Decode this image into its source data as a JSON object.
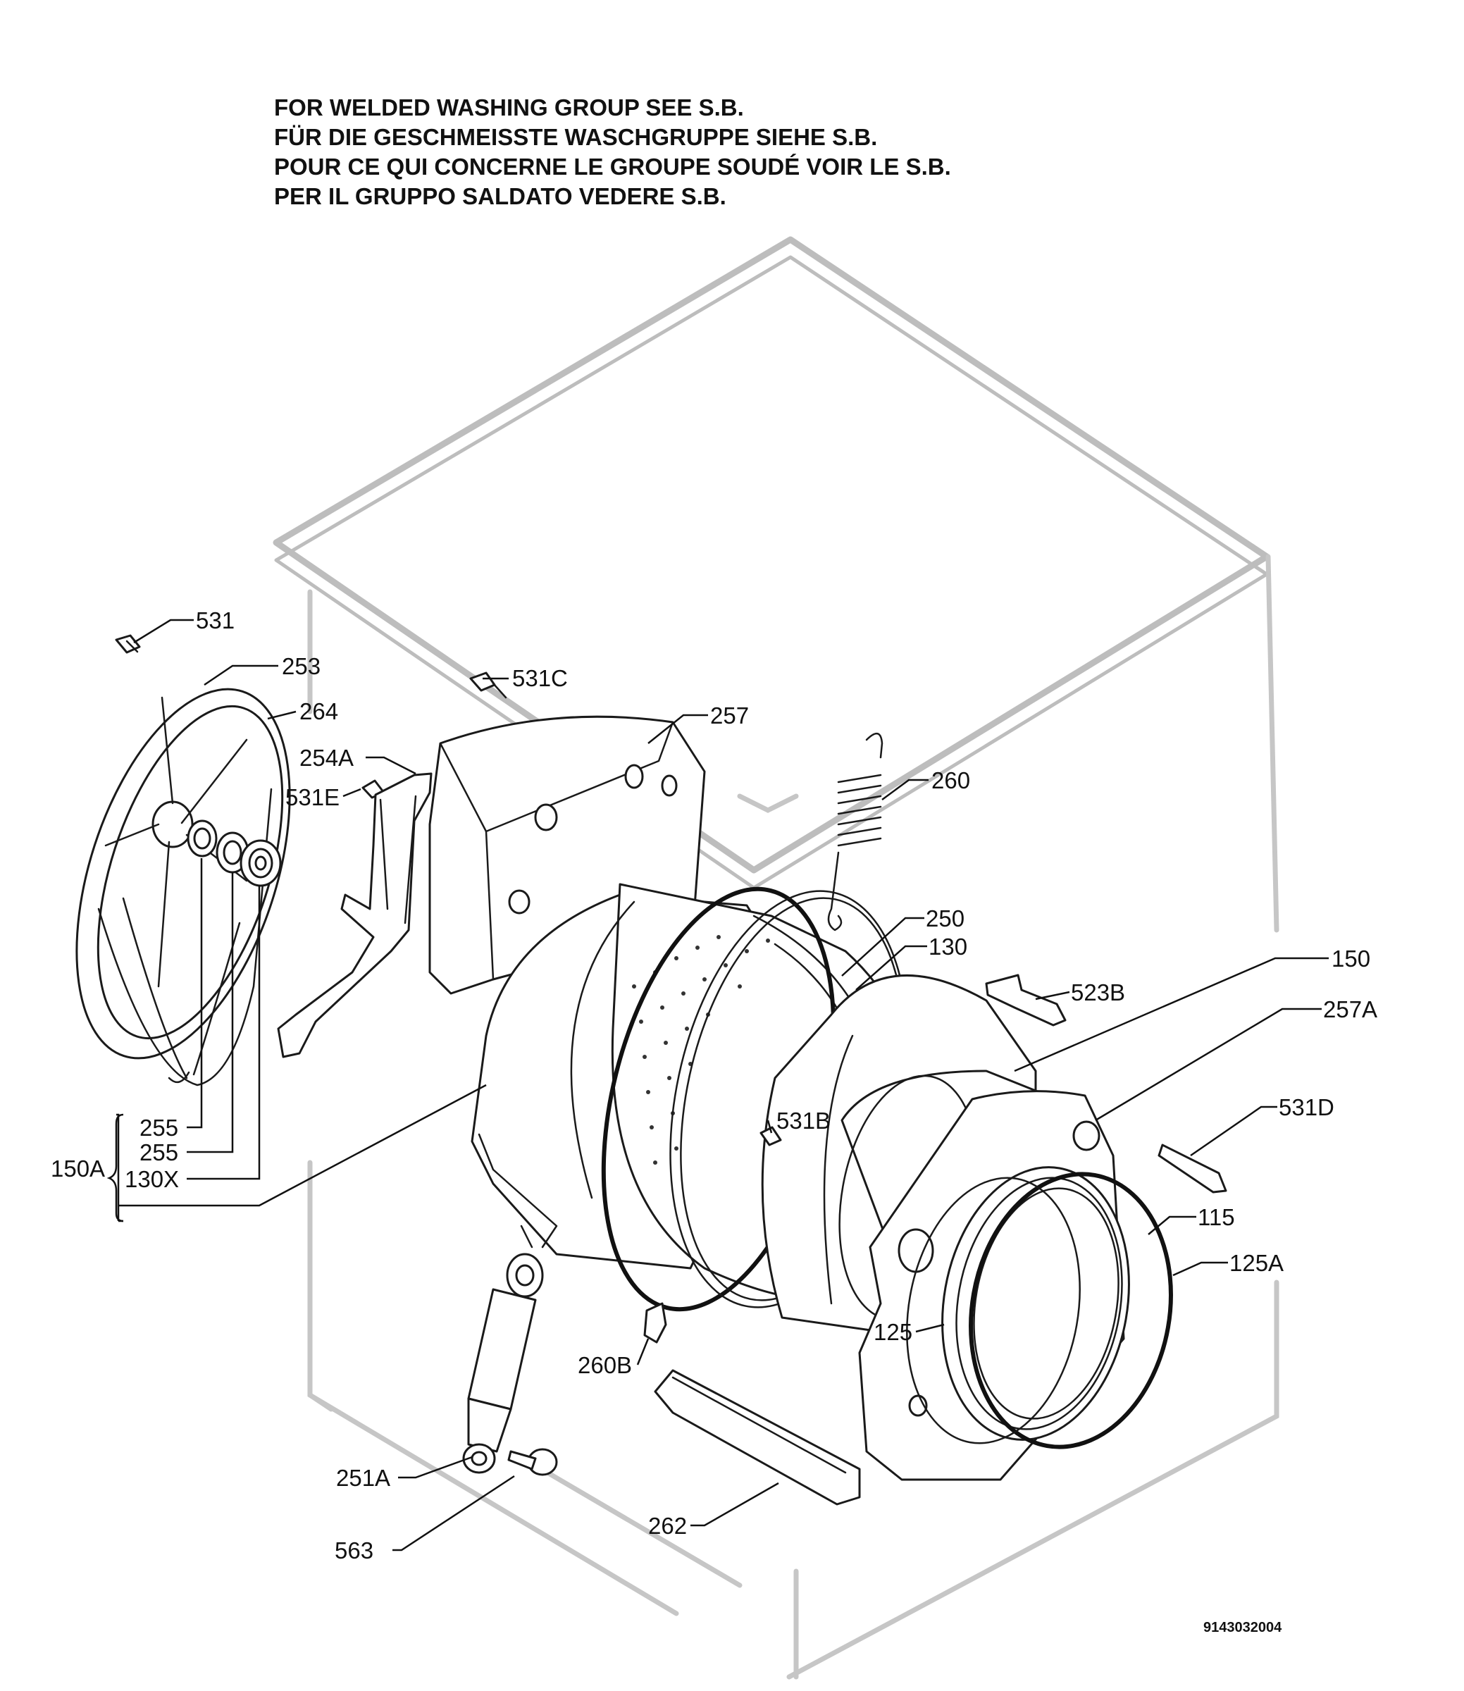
{
  "notes": [
    "FOR WELDED WASHING GROUP SEE S.B.",
    "FÜR DIE GESCHMEISSTE WASCHGRUPPE SIEHE S.B.",
    "POUR CE QUI CONCERNE LE GROUPE SOUDÉ VOIR LE S.B.",
    "PER IL GRUPPO SALDATO VEDERE S.B."
  ],
  "labels": {
    "l531": "531",
    "l253": "253",
    "l264": "264",
    "l531C": "531C",
    "l257": "257",
    "l254A": "254A",
    "l531E": "531E",
    "l260": "260",
    "l250": "250",
    "l130": "130",
    "l150": "150",
    "l523B": "523B",
    "l257A": "257A",
    "l531D": "531D",
    "l531B": "531B",
    "l255a": "255",
    "l255b": "255",
    "l150A": "150A",
    "l130X": "130X",
    "l115": "115",
    "l125A": "125A",
    "l125": "125",
    "l260B": "260B",
    "l251A": "251A",
    "l563": "563",
    "l262": "262"
  },
  "drawing_code": "9143032004"
}
